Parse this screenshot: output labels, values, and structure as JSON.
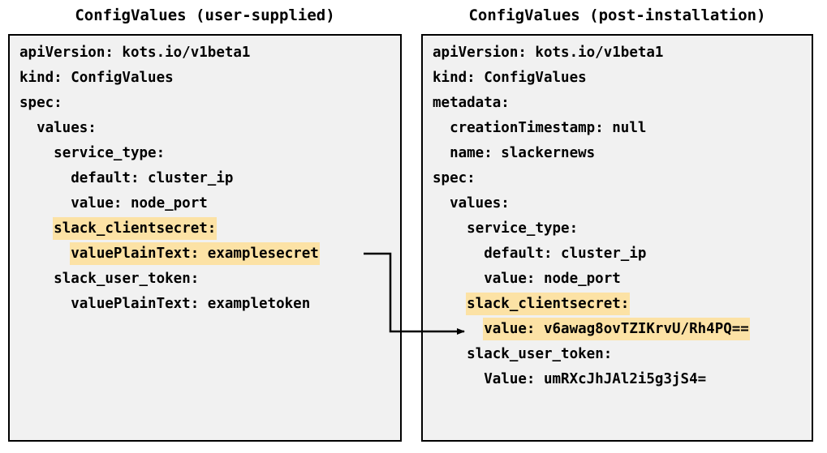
{
  "diagram": {
    "type": "two-panel-yaml-comparison",
    "highlight_color": "#fce2a5",
    "panel_background": "#f1f1f1",
    "border_color": "#000000",
    "connector": {
      "name": "secret-encryption-arrow",
      "from_line": "valuePlainText: examplesecret",
      "to_line": "value: v6awag8ovTZIKrvU/Rh4PQ==",
      "style": "orthogonal-elbow-with-arrowhead"
    }
  },
  "left_panel": {
    "title": "ConfigValues (user-supplied)",
    "lines": [
      {
        "text": "apiVersion: kots.io/v1beta1",
        "highlight": false
      },
      {
        "text": "kind: ConfigValues",
        "highlight": false
      },
      {
        "text": "spec:",
        "highlight": false
      },
      {
        "text": "  values:",
        "highlight": false
      },
      {
        "text": "    service_type:",
        "highlight": false
      },
      {
        "text": "      default: cluster_ip",
        "highlight": false
      },
      {
        "text": "      value: node_port",
        "highlight": false
      },
      {
        "text": "    slack_clientsecret:",
        "highlight": true
      },
      {
        "text": "      valuePlainText: examplesecret",
        "highlight": true
      },
      {
        "text": "    slack_user_token:",
        "highlight": false
      },
      {
        "text": "      valuePlainText: exampletoken",
        "highlight": false
      }
    ]
  },
  "right_panel": {
    "title": "ConfigValues (post-installation)",
    "lines": [
      {
        "text": "apiVersion: kots.io/v1beta1",
        "highlight": false
      },
      {
        "text": "kind: ConfigValues",
        "highlight": false
      },
      {
        "text": "metadata:",
        "highlight": false
      },
      {
        "text": "  creationTimestamp: null",
        "highlight": false
      },
      {
        "text": "  name: slackernews",
        "highlight": false
      },
      {
        "text": "spec:",
        "highlight": false
      },
      {
        "text": "  values:",
        "highlight": false
      },
      {
        "text": "    service_type:",
        "highlight": false
      },
      {
        "text": "      default: cluster_ip",
        "highlight": false
      },
      {
        "text": "      value: node_port",
        "highlight": false
      },
      {
        "text": "    slack_clientsecret:",
        "highlight": true
      },
      {
        "text": "      value: v6awag8ovTZIKrvU/Rh4PQ==",
        "highlight": true
      },
      {
        "text": "    slack_user_token:",
        "highlight": false
      },
      {
        "text": "      Value: umRXcJhJAl2i5g3jS4=",
        "highlight": false
      }
    ]
  }
}
